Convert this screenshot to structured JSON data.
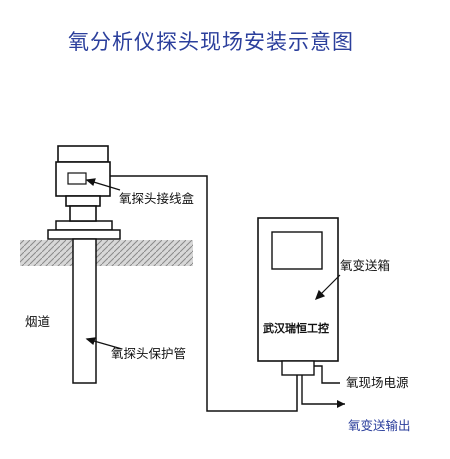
{
  "title": "氧分析仪探头现场安装示意图",
  "labels": {
    "junction_box": "氧探头接线盒",
    "flue": "烟道",
    "protection_tube": "氧探头保护管",
    "transmitter_box": "氧变送箱",
    "brand": "武汉瑞恒工控",
    "power": "氧现场电源",
    "output": "氧变送输出"
  },
  "colors": {
    "title": "#2b3f9c",
    "output_label": "#2b3f9c",
    "line": "#111111",
    "wall_fill": "#d0d0d0"
  }
}
